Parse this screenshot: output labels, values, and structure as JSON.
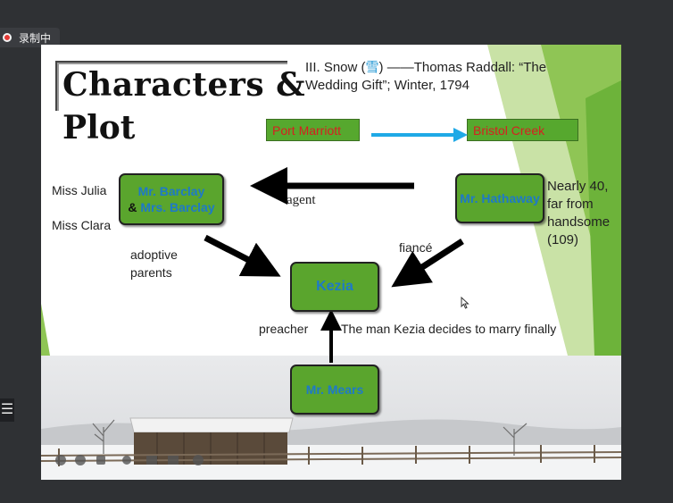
{
  "recording": {
    "label": "录制中"
  },
  "slide": {
    "title_line1": "Characters &",
    "title_line2": "Plot",
    "subtitle_pre": "III. Snow (",
    "subtitle_char": "雪",
    "subtitle_post": ") ——Thomas Raddall: “The Wedding Gift”; Winter, 1794",
    "locations": {
      "from": "Port Marriott",
      "to": "Bristol Creek"
    },
    "nodes": {
      "barclay_part1": "Mr. Barclay",
      "barclay_amp": "&",
      "barclay_part2": "Mrs. Barclay",
      "hathaway": "Mr. Hathaway",
      "kezia": "Kezia",
      "mears": "Mr. Mears"
    },
    "labels": {
      "miss_julia": "Miss Julia",
      "miss_clara": "Miss Clara",
      "agent": "agent",
      "adoptive": "adoptive",
      "parents": "parents",
      "fiance": "fiancé",
      "preacher": "preacher",
      "marry": "The man Kezia decides to marry finally",
      "hathaway_desc1": "Nearly 40,",
      "hathaway_desc2": "far from",
      "hathaway_desc3": "handsome",
      "hathaway_desc4": "(109)"
    }
  },
  "colors": {
    "node_green": "#5aa52d",
    "node_text": "#1e79c8",
    "location_text": "#d62020",
    "arrow_blue": "#1fa9e6"
  }
}
